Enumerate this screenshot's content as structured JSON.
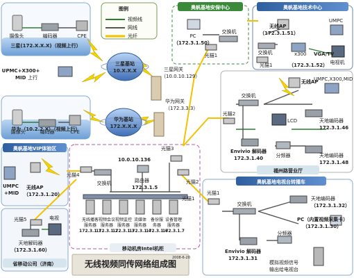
{
  "title": "无线视频同传网络组成图",
  "date": "2008-6-20",
  "legend": {
    "heading": "图例",
    "items": [
      {
        "label": "视频线",
        "color": "#2a7d2e"
      },
      {
        "label": "网线",
        "color": "#555555"
      },
      {
        "label": "光纤",
        "color": "#f2c200"
      }
    ]
  },
  "zones": {
    "security_center": "奥帆基地安保中心",
    "tech_center": "奥帆基地技术中心",
    "vip_hall": "奥帆基地VIP体验区",
    "fuzhou_hall": "福州路营业厅",
    "tv_station": "奥帆基地电视台转播车",
    "mobile_room": "移动机房Intel机柜",
    "provincial": "省移动公司（济南）"
  },
  "uplinks": {
    "samsung": "三星(172.X.X.X)（视频上行）",
    "huawei": "华为（10.2.2.X）（视频上行）"
  },
  "stations": {
    "samsung": [
      "三星基站",
      "10.X.X.X"
    ],
    "huawei": [
      "华为基站",
      "172.X.X.X"
    ]
  },
  "gateways": {
    "samsung": [
      "三星网关",
      "（10.0.10.129）"
    ],
    "huawei": [
      "华为网关",
      "（172.3.3.3）"
    ]
  },
  "labels": {
    "camera": "摄像头",
    "encoder": "编码器",
    "cpe": "CPE",
    "upmc_x300": "UPMC+X300+",
    "mid": "MID",
    "uplink": "上行",
    "pc": "PC",
    "pc_ip": "（172.3.1.50）",
    "switch": "交换机",
    "fiber1": "光猫1",
    "fiber2": "光猫2",
    "fiber3": "光猫3",
    "fiber4": "光猫4",
    "fiber5": "光猫5",
    "wireless_ap": "无线AP",
    "ap_ip_tech": "（172.3.1.51）",
    "x300": "x300",
    "vga_tv": "VGA/TV",
    "tv_ip": "（172.3.1.52）",
    "tv_machine": "电视机",
    "umpc": "UMPC",
    "umpc_set": "UMPC,X300,MID",
    "lcd": "LCD",
    "splitter": "分频器",
    "envivio": "Envivio 解码器",
    "envivio_ip_fz": "172.3.1.40",
    "sat_enc_46": "天地编码器",
    "sat_enc_46_ip": "172.3.1.46",
    "sat_enc_48": "天地编码器",
    "sat_enc_48_ip": "172.3.1.48",
    "router_ip_top": "10.0.10.136",
    "router": "路由器",
    "router_ip": "172.3.1.5",
    "vip_ap": "无线AP",
    "vip_ap_ip": "（172.3.1.20）",
    "umpc_mid": "UMPC",
    "umpc_mid2": "+MID",
    "tv": "电视",
    "sat_decoder": "天地解码器",
    "sat_decoder_ip": "（172.3.1.60）",
    "sat_enc_32": "天地编码器",
    "sat_enc_32_ip": "（172.3.1.32）",
    "pc_tv": "PC（内置视频采集卡）",
    "pc_tv_ip": "（172.3.1.30）",
    "envivio_tv": "Envivio 解码器",
    "envivio_tv_ip": "172.3.1.31",
    "analog_out": "模拟视频信号",
    "analog_out2": "输出给电视台"
  },
  "servers": [
    {
      "name": "无线播客",
      "role": "服务器",
      "ip": "172.3.1.1"
    },
    {
      "name": "视频会议",
      "role": "服务器",
      "ip": "172.3.1.2"
    },
    {
      "name": "视频监控",
      "role": "服务器",
      "ip": "172.3.1.3"
    },
    {
      "name": "流媒体",
      "role": "服务器",
      "ip": "172.3.1.4"
    },
    {
      "name": "备份服",
      "role": "务器",
      "ip": "172.3.1.6"
    },
    {
      "name": "设备管理",
      "role": "服务器",
      "ip": "172.3.1.7"
    }
  ]
}
